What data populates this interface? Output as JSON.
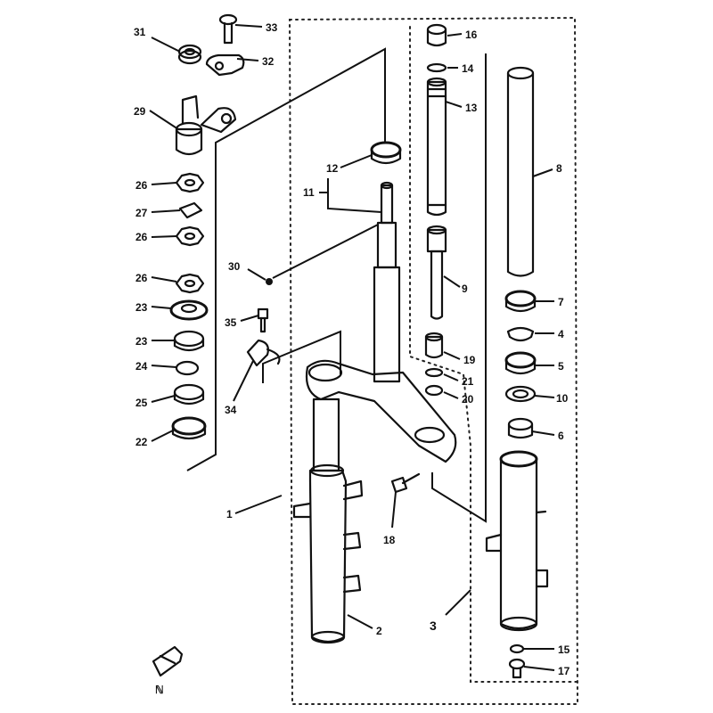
{
  "diagram": {
    "callouts": {
      "c1": "1",
      "c2": "2",
      "c3": "3",
      "c4": "4",
      "c5": "5",
      "c6": "6",
      "c7": "7",
      "c8": "8",
      "c9": "9",
      "c10": "10",
      "c11": "11",
      "c12": "12",
      "c13": "13",
      "c14": "14",
      "c15": "15",
      "c16": "16",
      "c17": "17",
      "c18": "18",
      "c19": "19",
      "c20": "20",
      "c21": "21",
      "c22": "22",
      "c23a": "23",
      "c23b": "23",
      "c24": "24",
      "c25": "25",
      "c26a": "26",
      "c26b": "26",
      "c26c": "26",
      "c27": "27",
      "c29": "29",
      "c30": "30",
      "c31": "31",
      "c32": "32",
      "c33": "33",
      "c34": "34",
      "c35": "35"
    },
    "corner_mark": "ℕ"
  }
}
